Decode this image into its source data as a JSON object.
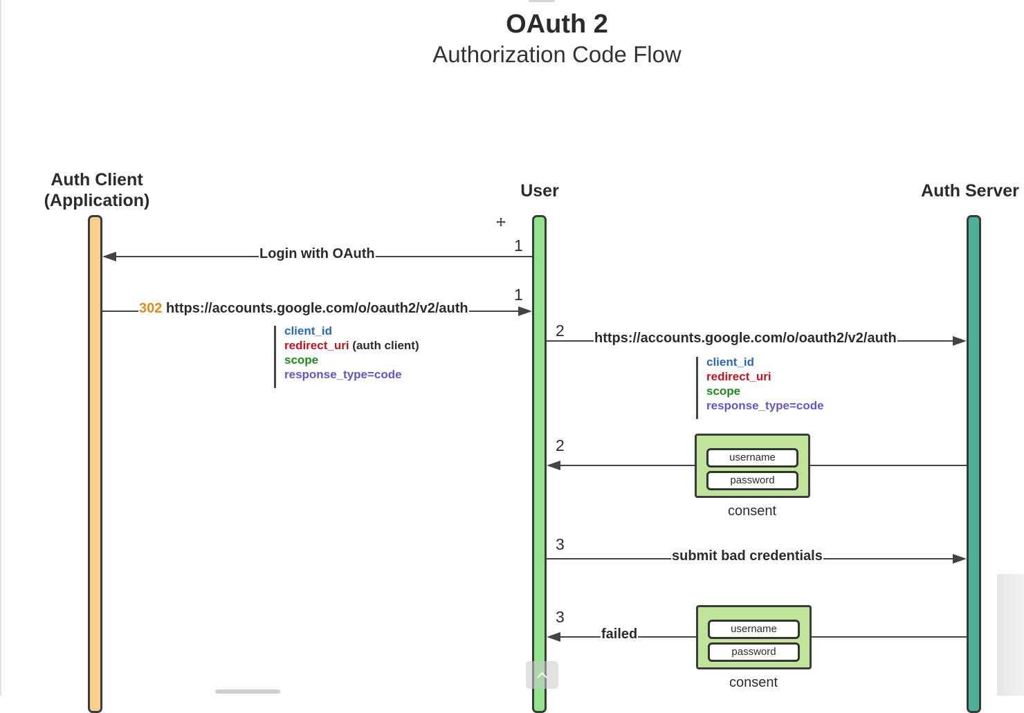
{
  "title": "OAuth 2",
  "subtitle": "Authorization Code Flow",
  "actors": {
    "client_line1": "Auth Client",
    "client_line2": "(Application)",
    "user": "User",
    "server": "Auth Server"
  },
  "colors": {
    "client_lane": "#fbd08d",
    "user_lane": "#93e28e",
    "server_lane": "#4fae97",
    "client_id": "#2a6ab5",
    "redirect_uri": "#c1121f",
    "scope": "#1f8a1f",
    "response_type": "#6654c7",
    "status_302": "#e08a1e"
  },
  "messages": {
    "m1_num": "1",
    "m1_label": "Login with OAuth",
    "m2_num": "1",
    "m2_status": "302",
    "m2_label": "https://accounts.google.com/o/oauth2/v2/auth",
    "m3_num": "2",
    "m3_label": "https://accounts.google.com/o/oauth2/v2/auth",
    "m4_num": "2",
    "m5_num": "3",
    "m5_label": "submit bad credentials",
    "m6_num": "3",
    "m6_label": "failed"
  },
  "params_client": {
    "client_id": "client_id",
    "redirect_uri": "redirect_uri",
    "redirect_note": "(auth client)",
    "scope": "scope",
    "response_type": "response_type=code"
  },
  "params_server": {
    "client_id": "client_id",
    "redirect_uri": "redirect_uri",
    "scope": "scope",
    "response_type": "response_type=code"
  },
  "consent1": {
    "username": "username",
    "password": "password",
    "label": "consent"
  },
  "consent2": {
    "username": "username",
    "password": "password",
    "label": "consent"
  },
  "icons": {
    "move": "move-cursor-icon",
    "scroll_up": "chevron-up-icon"
  }
}
